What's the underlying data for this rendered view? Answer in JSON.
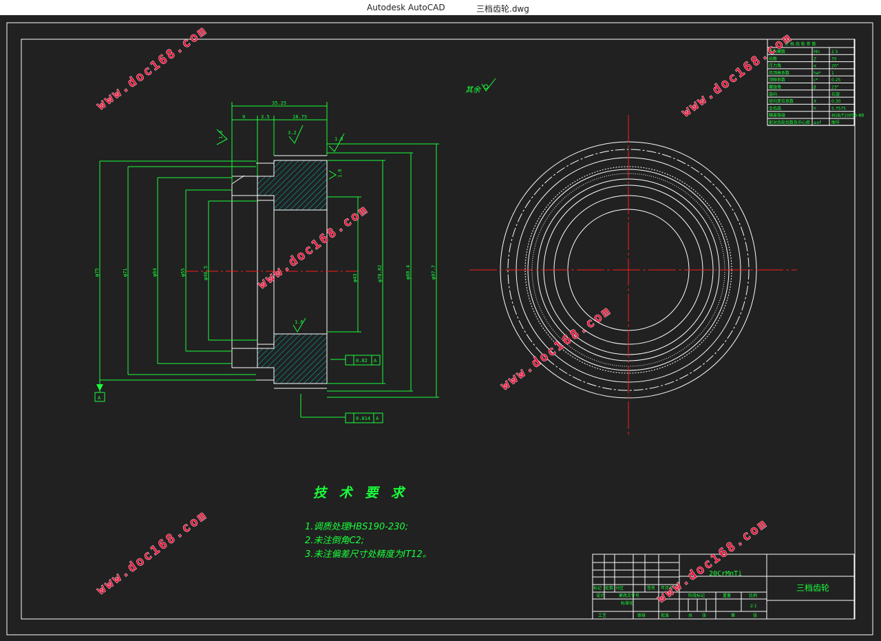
{
  "window": {
    "app_title": "Autodesk AutoCAD",
    "file_name": "三档齿轮.dwg"
  },
  "watermark": "www.doc168.com",
  "tech_requirements": {
    "title": "技 术 要 求",
    "items": [
      "1.调质处理HBS190-230;",
      "2.未注倒角C2;",
      "3.未注偏差尺寸处精度为IT12。"
    ]
  },
  "roughness_note": "其余",
  "dimensions": {
    "top_overall": "35.25",
    "top_a": "9",
    "top_b": "3.5",
    "top_c": "18.75",
    "rough_top": "3.2",
    "rough_right": "1.6",
    "rough_mid": "1.6",
    "rough_left": "1.6",
    "rough_top_right": "1.6",
    "dia_75": "φ75",
    "dia_71": "φ71",
    "dia_64": "φ64",
    "dia_55": "φ55",
    "dia_46": "φ46.5",
    "dia_hub": "φ43",
    "dia_78": "φ78.82",
    "dia_88": "φ88.4",
    "dia_97": "φ97.7",
    "tol_1": "0.02",
    "tol_2": "0.014",
    "datum": "A"
  },
  "gear_params": {
    "title": "三 档 齿 轮 参 数",
    "rows": [
      [
        "法向模数",
        "Mn",
        "2.5"
      ],
      [
        "齿数",
        "Z",
        "35"
      ],
      [
        "压力角",
        "α",
        "20°"
      ],
      [
        "齿顶高系数",
        "ha*",
        "1"
      ],
      [
        "顶隙系数",
        "c*",
        "0.25"
      ],
      [
        "螺旋角",
        "β",
        "23°"
      ],
      [
        "旋向",
        "",
        "右旋"
      ],
      [
        "径向变位系数",
        "X",
        "0.30"
      ],
      [
        "全齿高",
        "h",
        "5.7575"
      ],
      [
        "精度等级",
        "",
        "8GB/T10095-88"
      ],
      [
        "配对齿轮齿数及中心距",
        "a±f",
        "图号"
      ]
    ]
  },
  "title_block": {
    "material": "20CrMnTi",
    "part_name": "三档齿轮",
    "scale": "2:1",
    "labels": {
      "mark": "标记",
      "count": "处数",
      "zone": "分区",
      "change_doc": "更改文件号",
      "sign": "签名",
      "date": "年月日",
      "design": "设计",
      "standard": "标准化",
      "stage_mark": "阶段标记",
      "weight": "重量",
      "ratio": "比例",
      "review": "审核",
      "craft": "工艺",
      "approve": "批准",
      "total": "共",
      "sheet": "张",
      "of": "第"
    }
  },
  "colors": {
    "background": "#212121",
    "frame": "#ffffff",
    "dimension": "#19ff3a",
    "centerline": "#ff1a1a",
    "hatch": "#00d0d0",
    "watermark": "#e8163c"
  }
}
